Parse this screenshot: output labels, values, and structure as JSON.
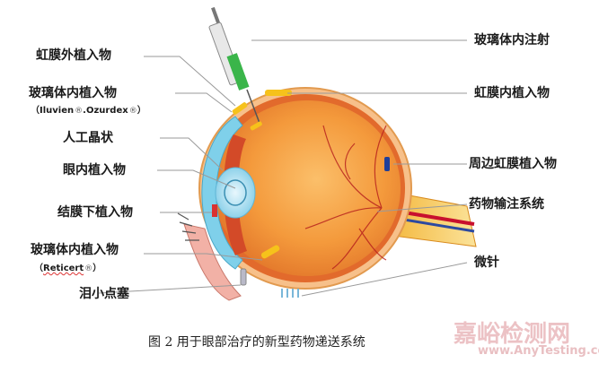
{
  "labels_left": {
    "iris_outer": "虹膜外植入物",
    "vitreous_1": "玻璃体内植入物",
    "vitreous_1_sub_a": "Iluvien",
    "vitreous_1_sub_b": "Ozurdex",
    "artificial_lens": "人工晶状",
    "intraocular": "眼内植入物",
    "subconjunctival": "结膜下植入物",
    "vitreous_2": "玻璃体内植入物",
    "vitreous_2_sub": "Reticert",
    "punctal_plug": "泪小点塞"
  },
  "labels_right": {
    "intravitreal_injection": "玻璃体内注射",
    "iris_inner": "虹膜内植入物",
    "peripheral_iris": "周边虹膜植入物",
    "drug_infusion": "药物输注系统",
    "microneedle": "微针"
  },
  "caption": "图 2  用于眼部治疗的新型药物递送系统",
  "watermark": {
    "main": "嘉峪检测网",
    "url": "www.AnyTesting.com"
  },
  "colors": {
    "sclera": "#f29a3a",
    "vitreous": "#f6a04a",
    "cornea": "#7fd0ea",
    "optic_nerve": "#f5c542",
    "needle_green": "#3ab54a",
    "implant_yellow": "#f6c21b",
    "blue_implant": "#1f3f9a"
  }
}
